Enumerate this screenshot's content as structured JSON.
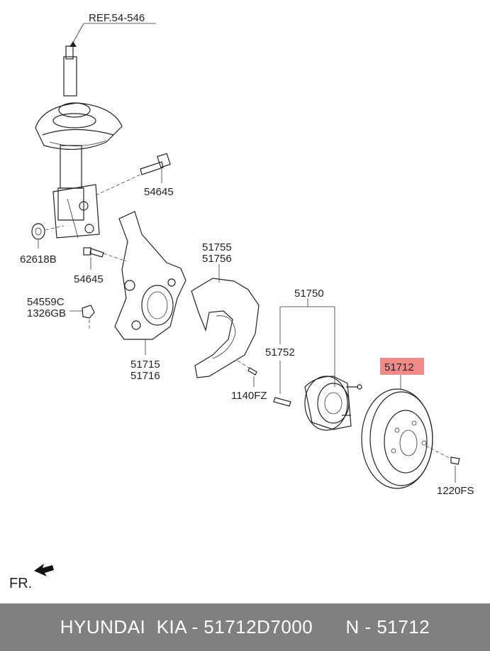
{
  "diagram": {
    "ref_label": "REF.54-546",
    "parts": {
      "bolt_upper": "54645",
      "nut": "62618B",
      "bolt_lower": "54645",
      "nut_codes": [
        "54559C",
        "1326GB"
      ],
      "knuckle": [
        "51715",
        "51716"
      ],
      "dust_cover": [
        "51755",
        "51756"
      ],
      "screw": "1140FZ",
      "hub_assembly": "51750",
      "hub_bolt": "51752",
      "disc": "51712",
      "disc_screw": "1220FS"
    },
    "direction_label": "FR.",
    "highlight_color": "#f08a8a"
  },
  "footer": {
    "text": "HYUNDAI  KIA - 51712D7000      N - 51712"
  }
}
